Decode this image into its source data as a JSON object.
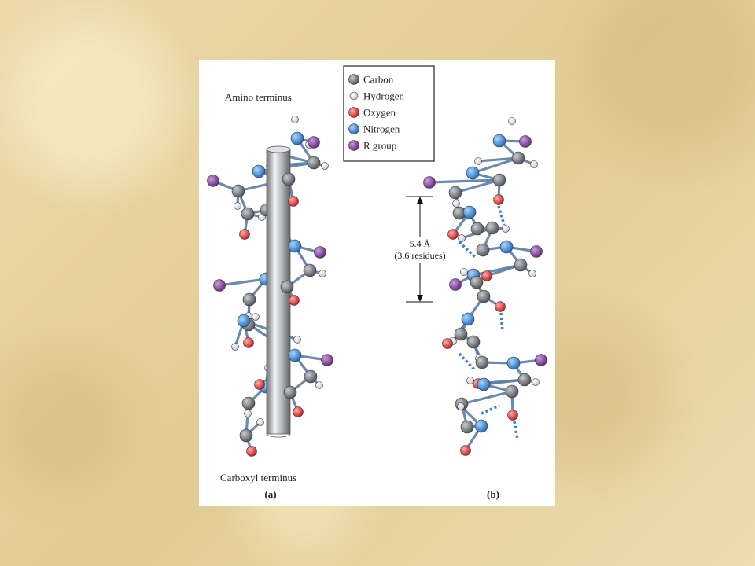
{
  "labels": {
    "amino_terminus": "Amino terminus",
    "carboxyl_terminus": "Carboxyl terminus",
    "panel_a": "(a)",
    "panel_b": "(b)",
    "pitch_value": "5.4 Å",
    "pitch_residues": "(3.6 residues)"
  },
  "legend": [
    {
      "name": "Carbon",
      "color": "#7e8286"
    },
    {
      "name": "Hydrogen",
      "color": "#ffffff"
    },
    {
      "name": "Oxygen",
      "color": "#e23a3a"
    },
    {
      "name": "Nitrogen",
      "color": "#3f8fd8"
    },
    {
      "name": "R group",
      "color": "#8a4fa0"
    }
  ]
}
